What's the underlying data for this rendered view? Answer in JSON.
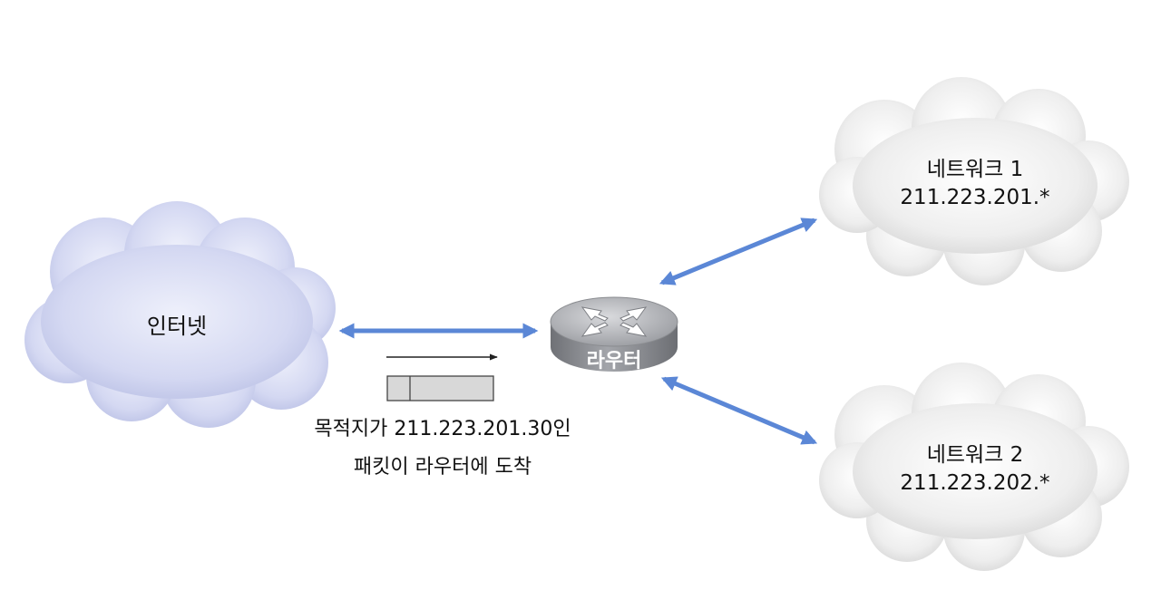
{
  "internet": {
    "label": "인터넷"
  },
  "router": {
    "label": "라우터"
  },
  "network1": {
    "name": "네트워크 1",
    "address": "211.223.201.*"
  },
  "network2": {
    "name": "네트워크 2",
    "address": "211.223.202.*"
  },
  "packet": {
    "caption_line1": "목적지가 211.223.201.30인",
    "caption_line2": "패킷이 라우터에 도착"
  },
  "colors": {
    "link": "#5b87d6",
    "internet_cloud": "#d4d8f2",
    "network_cloud": "#eeeeee",
    "router_body": "#8f9196"
  }
}
